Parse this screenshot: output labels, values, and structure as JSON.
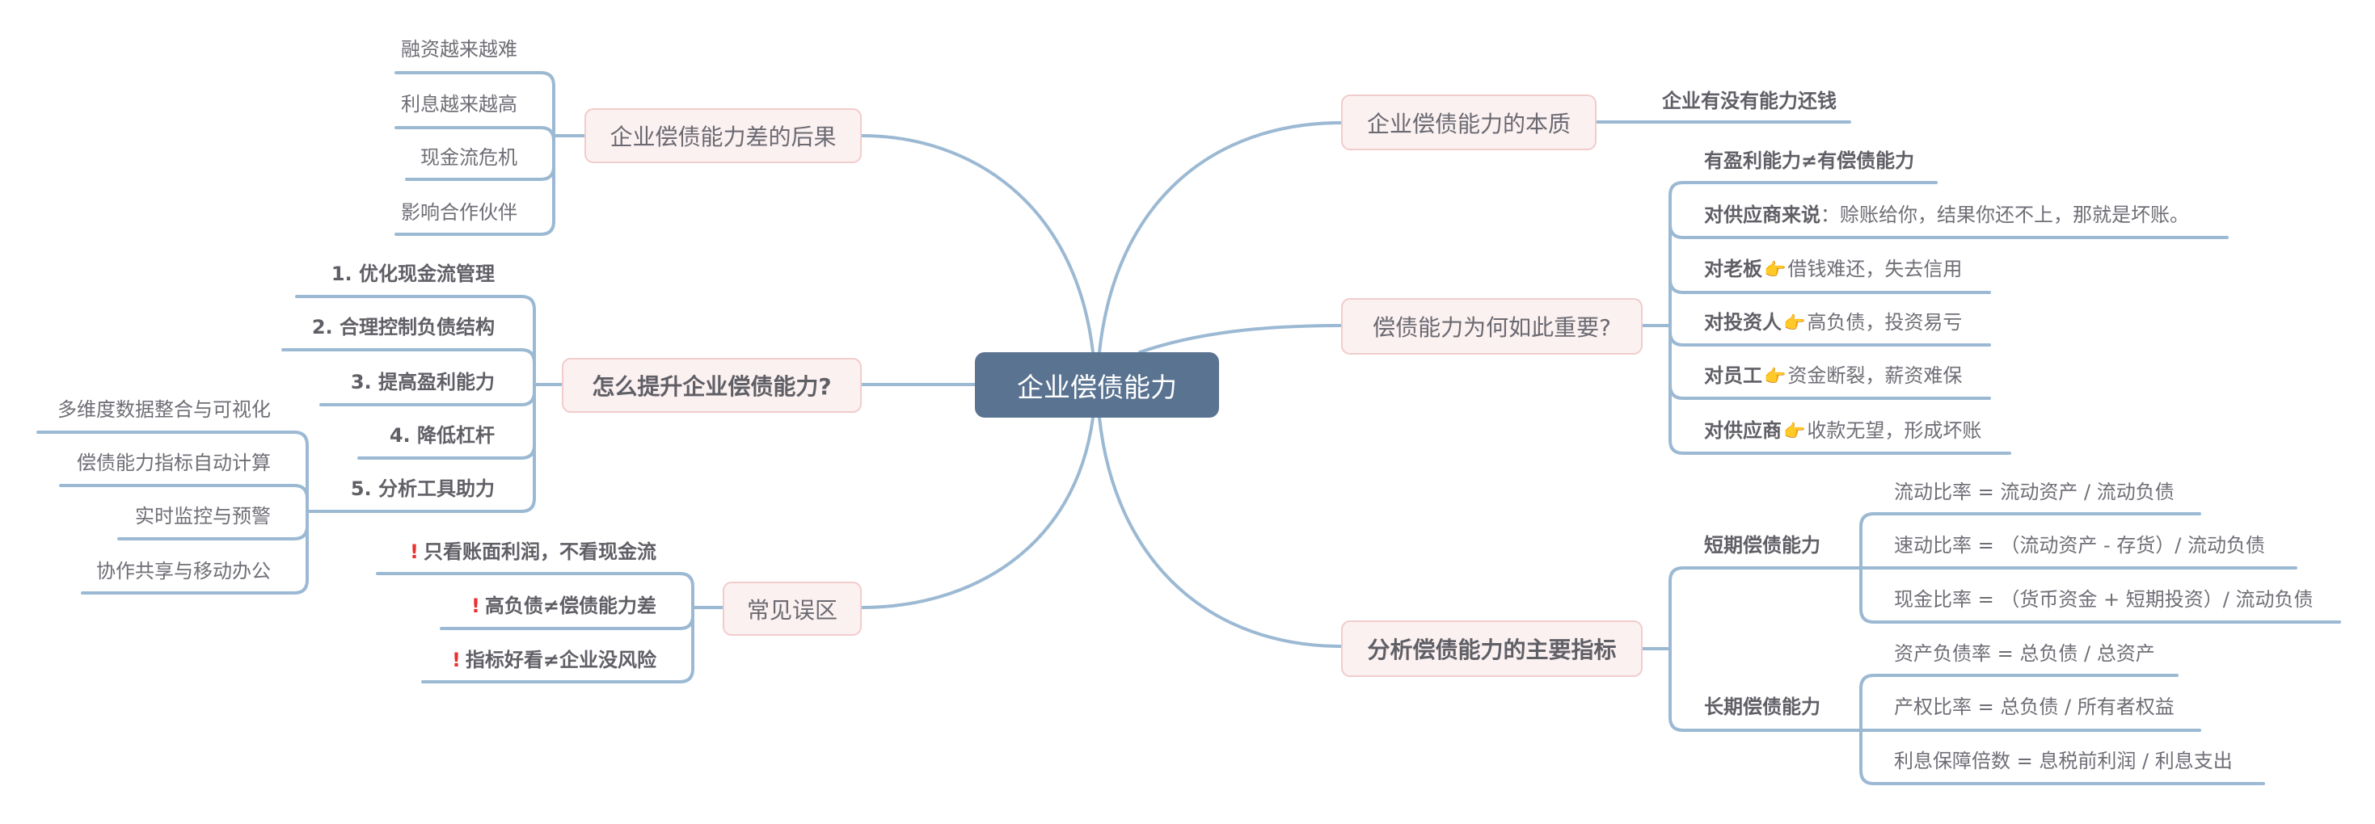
{
  "center": {
    "label": "企业偿债能力"
  },
  "colors": {
    "center_bg": "#5a7391",
    "branch_bg": "#fcf1f1",
    "branch_border": "#f1cccc",
    "line": "#9cb9d3",
    "alert": "#e8312f"
  },
  "left": {
    "consequences": {
      "label": "企业偿债能力差的后果",
      "items": [
        "融资越来越难",
        "利息越来越高",
        "现金流危机",
        "影响合作伙伴"
      ]
    },
    "improve": {
      "label": "怎么提升企业偿债能力?",
      "items": [
        "1. 优化现金流管理",
        "2. 合理控制负债结构",
        "3. 提高盈利能力",
        "4. 降低杠杆",
        "5. 分析工具助力"
      ],
      "tools": [
        "多维度数据整合与可视化",
        "偿债能力指标自动计算",
        "实时监控与预警",
        "协作共享与移动办公"
      ]
    },
    "myths": {
      "label": "常见误区",
      "icon": "red-exclamation-icon",
      "items": [
        "只看账面利润，不看现金流",
        "高负债≠偿债能力差",
        "指标好看≠企业没风险"
      ]
    }
  },
  "right": {
    "essence": {
      "label": "企业偿债能力的本质",
      "items": [
        "企业有没有能力还钱"
      ]
    },
    "importance": {
      "label": "偿债能力为何如此重要?",
      "headline": "有盈利能力≠有偿债能力",
      "supplier_note": {
        "bold": "对供应商来说",
        "text": "：赊账给你，结果你还不上，那就是坏账。"
      },
      "icon": "pointing-hand-icon",
      "emoji": "👉",
      "items": [
        {
          "who": "对老板",
          "text": "借钱难还，失去信用"
        },
        {
          "who": "对投资人",
          "text": "高负债，投资易亏"
        },
        {
          "who": "对员工",
          "text": "资金断裂，薪资难保"
        },
        {
          "who": "对供应商",
          "text": "收款无望，形成坏账"
        }
      ]
    },
    "indicators": {
      "label": "分析偿债能力的主要指标",
      "short_term": {
        "label": "短期偿债能力",
        "items": [
          "流动比率 = 流动资产 / 流动负债",
          "速动比率 = （流动资产 - 存货）/ 流动负债",
          "现金比率 = （货币资金 + 短期投资）/ 流动负债"
        ]
      },
      "long_term": {
        "label": "长期偿债能力",
        "items": [
          "资产负债率 = 总负债 / 总资产",
          "产权比率 = 总负债 / 所有者权益",
          "利息保障倍数 = 息税前利润 / 利息支出"
        ]
      }
    }
  }
}
